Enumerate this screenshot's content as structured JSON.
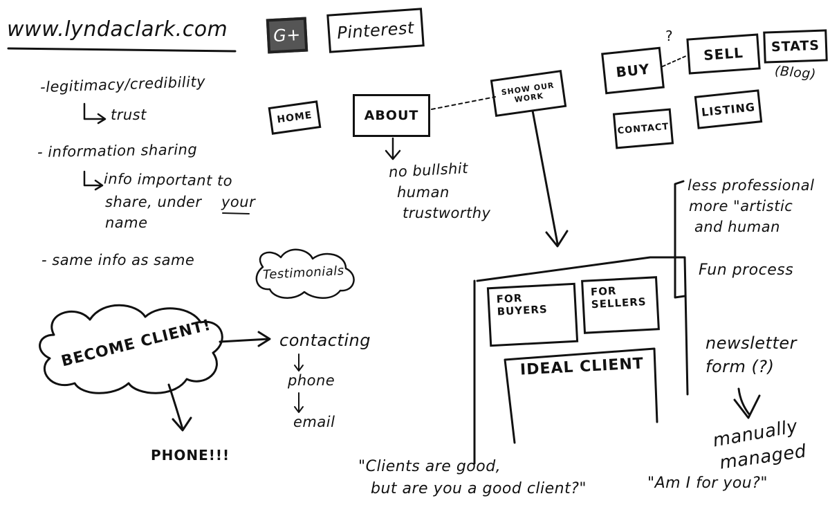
{
  "header": {
    "site_url": "www.lyndaclark.com",
    "gplus_label": "G+",
    "pinterest_label": "Pinterest"
  },
  "notes": {
    "legitimacy": "-legitimacy/credibility",
    "trust": "trust",
    "info_sharing": "- information sharing",
    "info_important": "info important to",
    "share_under": "share, under",
    "your": "your",
    "name": "name",
    "same_info": "- same info as same"
  },
  "nav": {
    "home": "HOME",
    "about": "ABOUT",
    "show_work": "SHOW OUR WORK",
    "buy": "BUY",
    "sell": "SELL",
    "stats": "STATS",
    "blog": "(Blog)",
    "question": "?",
    "contact": "CONTACT",
    "listing": "LISTING"
  },
  "about_notes": [
    "no bullshit",
    "human",
    "trustworthy"
  ],
  "testimonials": "Testimonials",
  "become_client": "BECOME CLIENT!",
  "contacting": {
    "title": "contacting",
    "phone": "phone",
    "email": "email"
  },
  "phone_shout": "PHONE!!!",
  "wireframe": {
    "for_buyers": "FOR BUYERS",
    "for_sellers": "FOR SELLERS",
    "ideal_client": "IDEAL CLIENT"
  },
  "style_notes": [
    "less professional",
    "more \"artistic",
    "and human",
    "Fun process"
  ],
  "newsletter": {
    "line1": "newsletter",
    "line2": "form (?)",
    "managed1": "manually",
    "managed2": "managed"
  },
  "quotes": {
    "clients_good_1": "\"Clients are good,",
    "clients_good_2": "but are you a good client?\"",
    "am_i": "\"Am I for you?\""
  }
}
